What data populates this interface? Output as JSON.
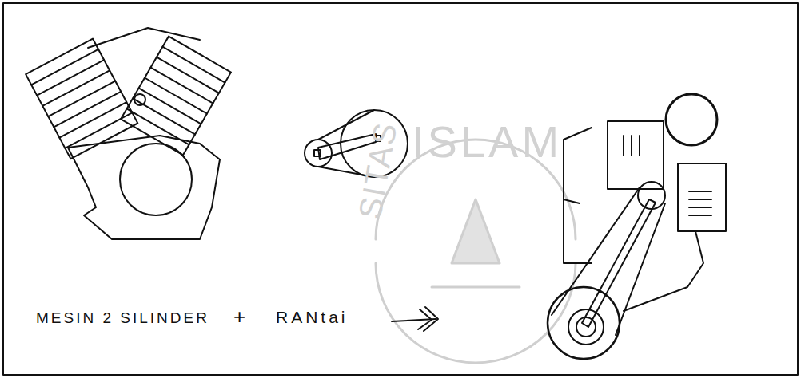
{
  "diagram": {
    "labels": [
      "MESIN 2 SILINDER",
      "+",
      "RANtai",
      "ISLAM",
      "SITAS"
    ]
  }
}
